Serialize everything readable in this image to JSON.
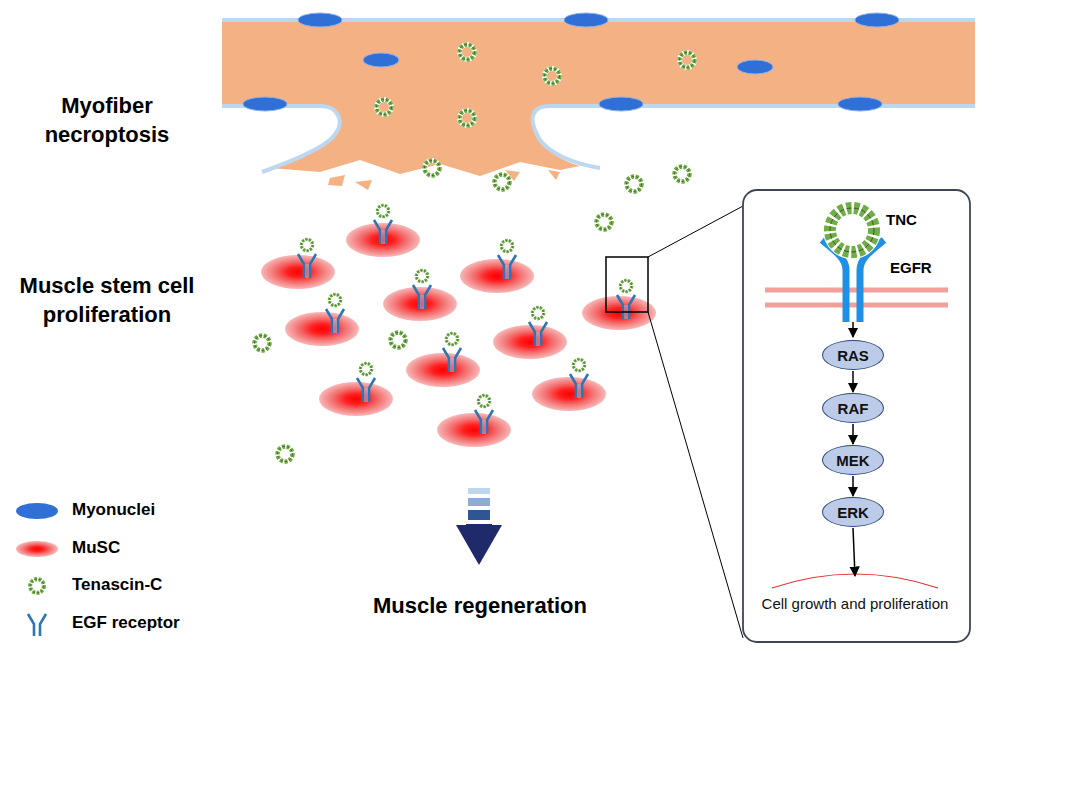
{
  "diagram": {
    "nodes": [
      {
        "text": [
          "RAS"
        ]
      },
      {
        "text": [
          "RAF"
        ]
      },
      {
        "text": [
          "MEK"
        ]
      },
      {
        "text": [
          "ERK"
        ]
      },
      {
        "text": [
          "Cell growth and proliferation"
        ]
      }
    ],
    "edges": [
      {
        "from": 0,
        "to": 1,
        "arrow": "to"
      },
      {
        "from": 1,
        "to": 2,
        "arrow": "to"
      },
      {
        "from": 2,
        "to": 3,
        "arrow": "to"
      },
      {
        "from": 3,
        "to": 4,
        "arrow": "to"
      }
    ],
    "labels": [
      "Myofiber necroptosis",
      "Muscle stem cell proliferation",
      "Muscle regeneration",
      "TNC",
      "EGFR"
    ],
    "legend": [
      {
        "text": "Myonuclei",
        "color": "#2f6fd6"
      },
      {
        "text": "MuSC"
      },
      {
        "text": "Tenascin-C"
      },
      {
        "text": "EGF receptor"
      }
    ]
  }
}
